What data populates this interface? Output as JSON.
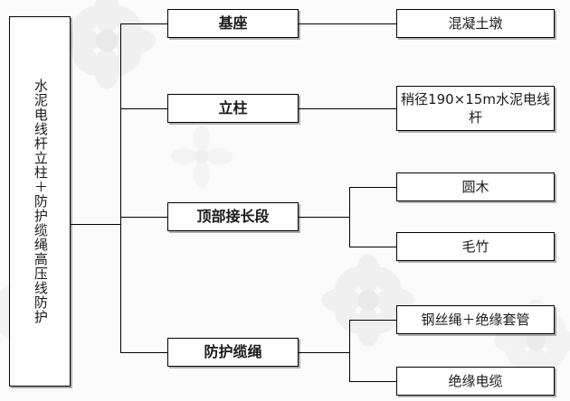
{
  "diagram": {
    "type": "tree-breakdown",
    "root": {
      "label": "水泥电线杆立柱＋防护缆绳高压线防护"
    },
    "branches": [
      {
        "label": "基座",
        "children": [
          {
            "label": "混凝土墩"
          }
        ]
      },
      {
        "label": "立柱",
        "children": [
          {
            "label": "稍径190×15m水泥电线杆"
          }
        ]
      },
      {
        "label": "顶部接长段",
        "children": [
          {
            "label": "圆木"
          },
          {
            "label": "毛竹"
          }
        ]
      },
      {
        "label": "防护缆绳",
        "children": [
          {
            "label": "钢丝绳＋绝缘套管"
          },
          {
            "label": "绝缘电缆"
          }
        ]
      }
    ],
    "colors": {
      "background": "#fbfbfb",
      "line": "#000000",
      "box_fill": "#ffffff",
      "text": "#1a1a1a",
      "watermark": "#f1f1f1"
    }
  }
}
